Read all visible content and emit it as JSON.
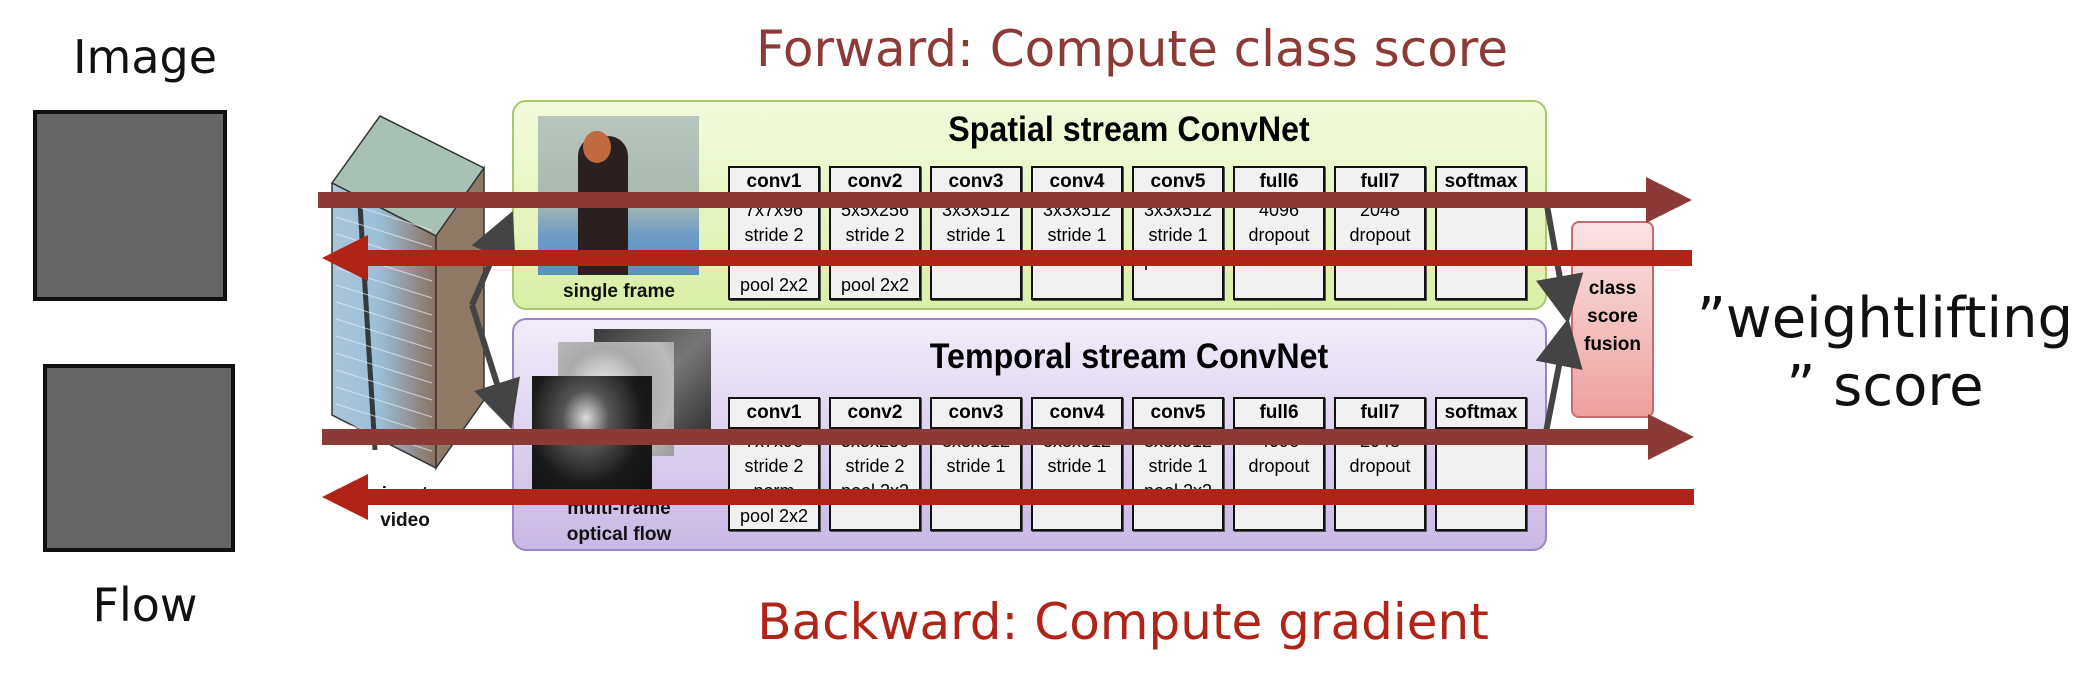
{
  "labels": {
    "image": "Image",
    "flow": "Flow"
  },
  "titles": {
    "forward": "Forward: Compute class score",
    "backward": "Backward: Compute gradient"
  },
  "input_video": [
    "input",
    "video"
  ],
  "spatial": {
    "title": "Spatial stream ConvNet",
    "caption": [
      "single frame"
    ],
    "layers": [
      {
        "name": "conv1",
        "lines": [
          "7x7x96",
          "stride 2",
          "norm",
          "pool 2x2"
        ]
      },
      {
        "name": "conv2",
        "lines": [
          "5x5x256",
          "stride 2",
          "norm",
          "pool 2x2"
        ]
      },
      {
        "name": "conv3",
        "lines": [
          "3x3x512",
          "stride 1"
        ]
      },
      {
        "name": "conv4",
        "lines": [
          "3x3x512",
          "stride 1"
        ]
      },
      {
        "name": "conv5",
        "lines": [
          "3x3x512",
          "stride 1",
          "pool 2x2"
        ]
      },
      {
        "name": "full6",
        "lines": [
          "4096",
          "dropout"
        ]
      },
      {
        "name": "full7",
        "lines": [
          "2048",
          "dropout"
        ]
      },
      {
        "name": "softmax",
        "lines": []
      }
    ]
  },
  "temporal": {
    "title": "Temporal stream ConvNet",
    "caption": [
      "multi-frame",
      "optical flow"
    ],
    "layers": [
      {
        "name": "conv1",
        "lines": [
          "7x7x96",
          "stride 2",
          "norm",
          "pool 2x2"
        ]
      },
      {
        "name": "conv2",
        "lines": [
          "5x5x256",
          "stride 2",
          "pool 2x2"
        ]
      },
      {
        "name": "conv3",
        "lines": [
          "3x3x512",
          "stride 1"
        ]
      },
      {
        "name": "conv4",
        "lines": [
          "3x3x512",
          "stride 1"
        ]
      },
      {
        "name": "conv5",
        "lines": [
          "3x3x512",
          "stride 1",
          "pool 2x2"
        ]
      },
      {
        "name": "full6",
        "lines": [
          "4096",
          "dropout"
        ]
      },
      {
        "name": "full7",
        "lines": [
          "2048",
          "dropout"
        ]
      },
      {
        "name": "softmax",
        "lines": []
      }
    ]
  },
  "fusion": [
    "class",
    "score",
    "fusion"
  ],
  "output": [
    "”weightlifting",
    "” score"
  ],
  "colors": {
    "forward": "#8b3a38",
    "backward": "#b02418",
    "connector": "#444444",
    "square": "#666666"
  }
}
